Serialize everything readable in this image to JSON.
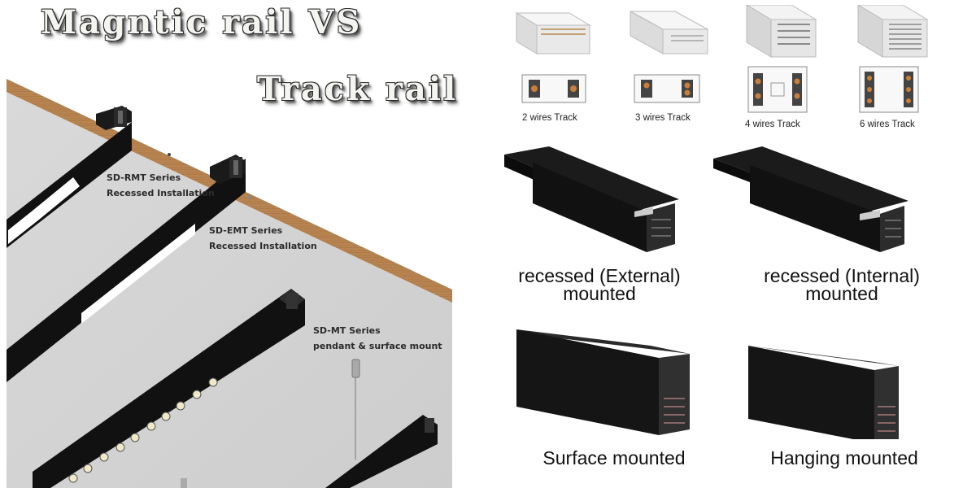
{
  "title": {
    "line1": "Magntic rail VS",
    "line2": "Track rail"
  },
  "magnetic_series": [
    {
      "name": "SD-RMT Series",
      "installation": "Recessed Installation"
    },
    {
      "name": "SD-EMT Series",
      "installation": "Recessed Installation"
    },
    {
      "name": "SD-MT Series",
      "installation": "pendant & surface mount"
    }
  ],
  "track_types": [
    {
      "label": "2 wires Track"
    },
    {
      "label": "3 wires Track"
    },
    {
      "label": "4  wires Track"
    },
    {
      "label": "6 wires Track"
    }
  ],
  "mount_types": [
    {
      "line1": "recessed (External)",
      "line2": "mounted"
    },
    {
      "line1": "recessed (Internal)",
      "line2": "mounted"
    },
    {
      "line1": "Surface mounted",
      "line2": ""
    },
    {
      "line1": "Hanging mounted",
      "line2": ""
    }
  ],
  "colors": {
    "ceiling": "#d5d5d5",
    "wood": "#b5804f",
    "rail": "#111111",
    "diffuser": "#ffffff",
    "track_profile": "#f2f2f2"
  }
}
